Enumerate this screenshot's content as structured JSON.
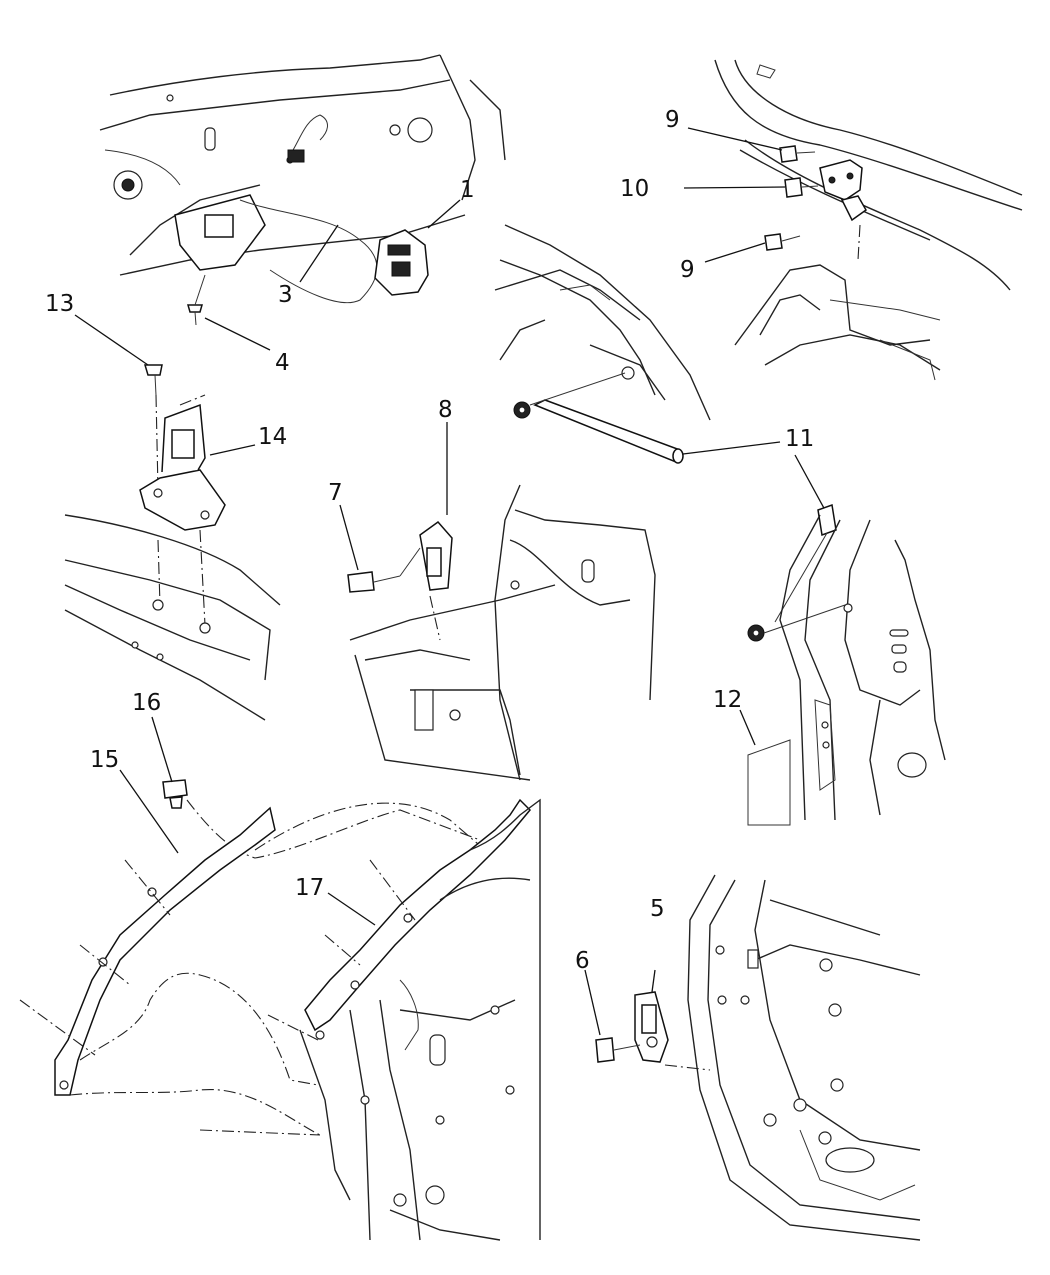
{
  "diagram": {
    "callouts": {
      "c1": "1",
      "c3": "3",
      "c4": "4",
      "c5": "5",
      "c6": "6",
      "c7": "7",
      "c8": "8",
      "c9a": "9",
      "c9b": "9",
      "c10": "10",
      "c11a": "11",
      "c12": "12",
      "c13": "13",
      "c14": "14",
      "c15": "15",
      "c16": "16",
      "c17": "17"
    }
  }
}
